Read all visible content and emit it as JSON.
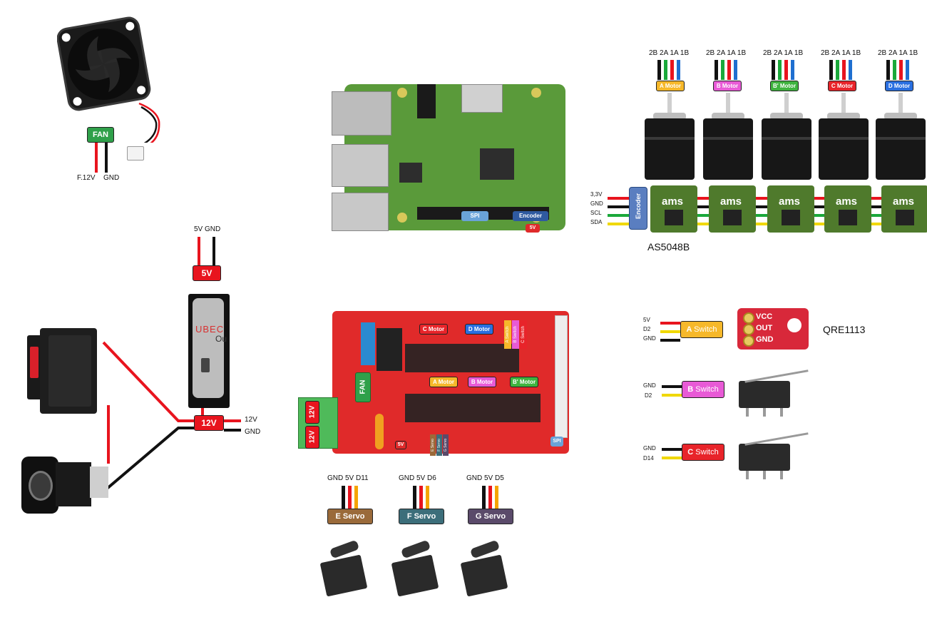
{
  "colors": {
    "pcb_green": "#5a9a3a",
    "ramps_red": "#e02a2a",
    "wire_red": "#e8141e",
    "wire_black": "#111111",
    "wire_green": "#1aa83a",
    "wire_blue": "#1f6fd0",
    "wire_yellow": "#f0d800",
    "wire_orange": "#f5a400",
    "motor_a": "#f6b82a",
    "motor_b": "#e85ad6",
    "motor_b2": "#3fb33f",
    "motor_c": "#e8242a",
    "motor_d": "#2a6fe0",
    "servo_e": "#9a6a3a",
    "servo_f": "#3c6e7a",
    "servo_g": "#5a4a6a",
    "fan_tag": "#2fa04a",
    "encoder_tag": "#5a7ec0"
  },
  "fan": {
    "tag": "FAN",
    "pins": [
      "F.12V",
      "GND"
    ]
  },
  "power": {
    "ubec_top_pins": "5V GND",
    "tag_5v": "5V",
    "tag_12v": "12V",
    "ubec_text": "UBEC",
    "ubec_text2": "Ou",
    "out_labels": [
      "12V",
      "GND"
    ]
  },
  "raspberry_pi": {
    "spi_label": "SPI",
    "encoder_label": "Encoder",
    "pin_5v": "5V"
  },
  "motors": {
    "wire_labels": "2B 2A 1A 1B",
    "tags": [
      "A Motor",
      "B Motor",
      "B' Motor",
      "C Motor",
      "D Motor"
    ],
    "tag_colors": [
      "#f6b82a",
      "#e85ad6",
      "#3fb33f",
      "#e8242a",
      "#2a6fe0"
    ]
  },
  "encoders": {
    "bus_labels": [
      "3,3V",
      "GND",
      "SCL",
      "SDA"
    ],
    "tag": "Encoder",
    "chip_logo": "ams",
    "caption": "AS5048B"
  },
  "ramps": {
    "motor_tags": [
      "C Motor",
      "D Motor",
      "A Motor",
      "B Motor",
      "B' Motor"
    ],
    "switch_tags": [
      "A Switch",
      "B Switch",
      "C Switch"
    ],
    "servo_tags": [
      "E Servo",
      "F Servo",
      "G Servo"
    ],
    "fan_tag": "FAN",
    "power_tags": [
      "12V",
      "12V"
    ],
    "tag_5v": "5V",
    "spi_tag": "SPI"
  },
  "servos": [
    {
      "pins": "GND 5V D11",
      "tag": "E Servo"
    },
    {
      "pins": "GND 5V D6",
      "tag": "F Servo"
    },
    {
      "pins": "GND 5V D5",
      "tag": "G Servo"
    }
  ],
  "switches": [
    {
      "pins": [
        "5V",
        "D2",
        "GND"
      ],
      "tag": "A Switch",
      "letter": "A",
      "word": "Switch"
    },
    {
      "pins": [
        "GND",
        "D2"
      ],
      "tag": "B Switch",
      "letter": "B",
      "word": "Switch"
    },
    {
      "pins": [
        "GND",
        "D14"
      ],
      "tag": "C Switch",
      "letter": "C",
      "word": "Switch"
    }
  ],
  "qre": {
    "pins": [
      "VCC",
      "OUT",
      "GND"
    ],
    "caption": "QRE1113"
  }
}
